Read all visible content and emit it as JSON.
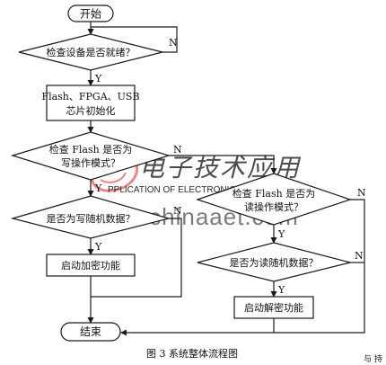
{
  "flowchart": {
    "start": "开始",
    "decision_ready": "检查设备是否就绪？",
    "init_line1": "Flash、FPGA、USB",
    "init_line2": "芯片初始化",
    "decision_write_mode_line1": "检查 Flash 是否为",
    "decision_write_mode_line2": "写操作模式？",
    "decision_write_random": "是否为写随机数据？",
    "action_encrypt": "启动加密功能",
    "decision_read_mode_line1": "检查 Flash 是否为",
    "decision_read_mode_line2": "读操作模式？",
    "decision_read_random": "是否为读随机数据？",
    "action_decrypt": "启动解密功能",
    "end": "结束",
    "label_yes": "Y",
    "label_no": "N"
  },
  "caption": "图 3  系统整体流程图",
  "corner_text": "与 持",
  "watermarks": {
    "logo_text": "电子技术应用",
    "logo_english": "PPLICATION OF ELECTRONIC TECHNIQUE",
    "site": "www.chinaaet.com"
  },
  "colors": {
    "line": "#1a1a1a",
    "watermark_red": "#d62828",
    "watermark_pink": "#f3b3b3",
    "watermark_gray": "#cfcfcf"
  }
}
